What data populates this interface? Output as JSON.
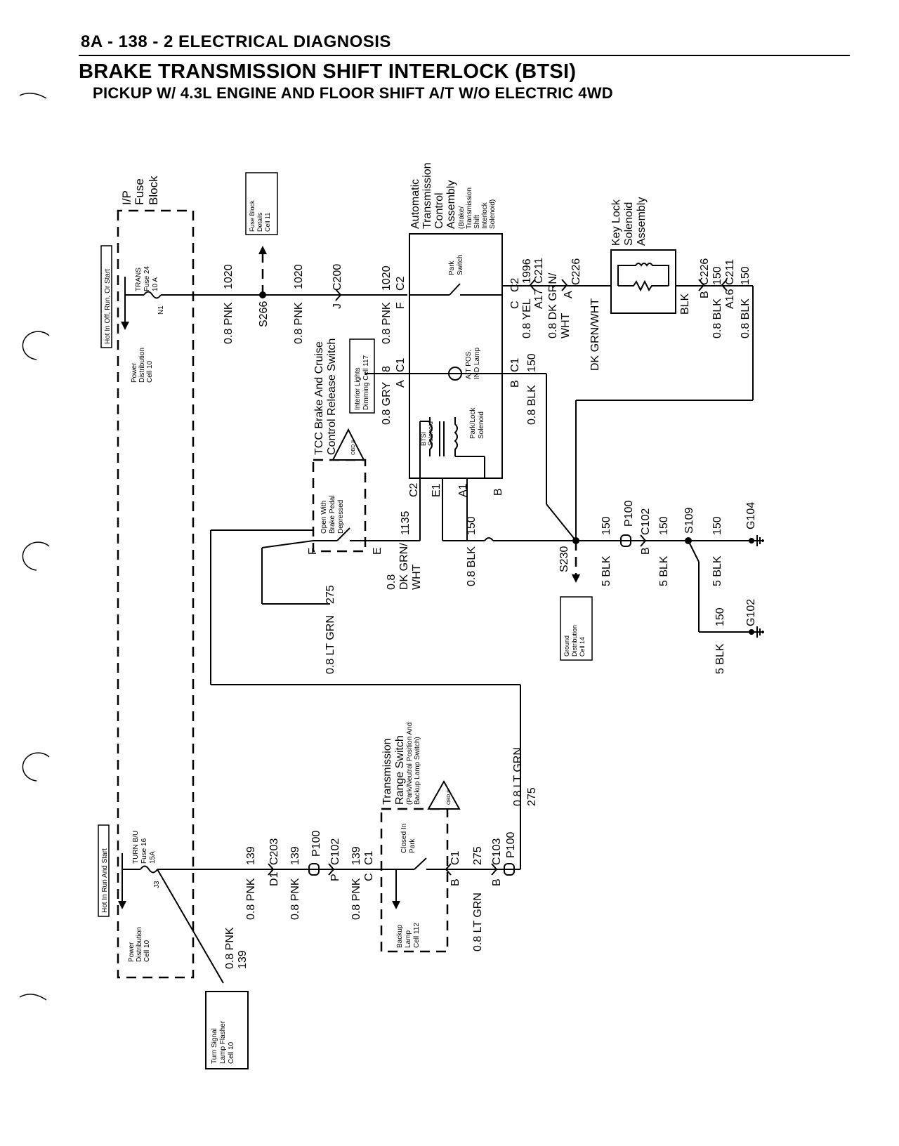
{
  "header": {
    "section": "8A - 138 - 2  ELECTRICAL DIAGNOSIS",
    "title": "BRAKE TRANSMISSION SHIFT INTERLOCK (BTSI)",
    "subtitle": "PICKUP W/ 4.3L ENGINE AND FLOOR SHIFT A/T W/O ELECTRIC 4WD"
  },
  "fuse_block": {
    "name": [
      "I/P",
      "Fuse",
      "Block"
    ],
    "hot_top": "Hot In Off, Run, Or Start",
    "hot_bottom": "Hot In Run And Start",
    "pd_top": [
      "Power",
      "Distribution",
      "Cell 10"
    ],
    "pd_bottom": [
      "Power",
      "Distribution",
      "Cell 10"
    ],
    "fuse_top": [
      "TRANS",
      "Fuse 24",
      "10 A"
    ],
    "fuse_top_pin": "N1",
    "fuse_bottom": [
      "TURN B/U",
      "Fuse 16",
      "15A"
    ],
    "fuse_bottom_pin": "J3"
  },
  "refs": {
    "fuse_details": [
      "Fuse Block",
      "Details",
      "Cell 11"
    ],
    "interior_lights": [
      "Interior Lights",
      "Dimming Cell 117"
    ],
    "ground_dist": [
      "Ground",
      "Distribution",
      "Cell 14"
    ],
    "turn_flasher": [
      "Turn Signal",
      "Lamp Flasher",
      "Cell 10"
    ]
  },
  "components": {
    "atca": [
      "Automatic",
      "Transmission",
      "Control",
      "Assembly",
      "(Brake/",
      "Transmission",
      "Shift",
      "Interlock",
      "Solenoid)"
    ],
    "park_switch": [
      "Park",
      "Switch"
    ],
    "at_pos": [
      "A/T POS.",
      "IND Lamp"
    ],
    "btsi_solenoid": [
      "BTSI",
      "Solenoid"
    ],
    "park_lock": [
      "Park/Lock",
      "Solenoid"
    ],
    "key_lock": [
      "Key Lock",
      "Solenoid",
      "Assembly"
    ],
    "tcc": [
      "TCC Brake And Cruise",
      "Control Release Switch"
    ],
    "tcc_state": [
      "Open With",
      "Brake Pedal",
      "Depressed"
    ],
    "trs": [
      "Transmission",
      "Range Switch",
      "(Park/Neutral Position And",
      "Backup Lamp Switch)"
    ],
    "trs_state": [
      "Closed In",
      "Park"
    ],
    "backup": [
      "Backup",
      "Lamp",
      "Cell 112"
    ],
    "obd": "OBD II"
  },
  "wires": {
    "pnk1020": "0.8 PNK",
    "c1020": "1020",
    "s266": "S266",
    "c200": "C200",
    "pin_j": "J",
    "pin_f": "F",
    "c2": "C2",
    "gry": "0.8 GRY",
    "gry_num": "8",
    "pin_a": "A",
    "c1": "C1",
    "yel": "0.8 YEL",
    "yel_num": "1996",
    "pin_c": "C",
    "a17": "A17",
    "c211": "C211",
    "dkgrnwht": "0.8 DK GRN/",
    "wht": "WHT",
    "c226": "C226",
    "dkgrnwht_full": "DK GRN/WHT",
    "blk_short": "BLK",
    "pin_b": "B",
    "blk150": "0.8 BLK",
    "n150": "150",
    "a16": "A16",
    "pin_e": "E",
    "pin_e1": "E1",
    "pin_a1": "A1",
    "n1135": "1135",
    "dkgrn08": "0.8",
    "dkgrn_b": "DK GRN/",
    "ltgrn": "0.8 LT GRN",
    "n275": "275",
    "s230": "S230",
    "p100": "P100",
    "c102": "C102",
    "blk5": "5 BLK",
    "s109": "S109",
    "g104": "G104",
    "g102": "G102",
    "pnk139": "0.8 PNK",
    "n139": "139",
    "d1": "D1",
    "c203": "C203",
    "pin_p": "P",
    "c103": "C103"
  }
}
